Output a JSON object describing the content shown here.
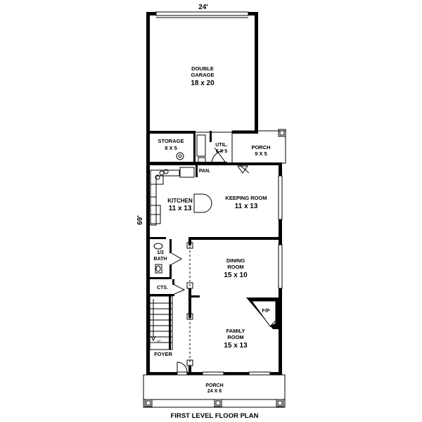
{
  "dimensions": {
    "width": "24'",
    "depth": "69'"
  },
  "rooms": {
    "garage": {
      "name_line1": "DOUBLE",
      "name_line2": "GARAGE",
      "size": "18 x 20"
    },
    "storage": {
      "name": "STORAGE",
      "size": "8 X 5"
    },
    "util": {
      "name": "UTIL.",
      "size": "6 X 5"
    },
    "porch_side": {
      "name": "PORCH",
      "size": "9 X 5"
    },
    "pantry": {
      "name": "PAN."
    },
    "kitchen": {
      "name": "KITCHEN",
      "size": "11 x 13"
    },
    "keeping": {
      "name": "KEEPING ROOM",
      "size": "11 x 13"
    },
    "half_bath": {
      "name_line1": "1/2",
      "name_line2": "BATH"
    },
    "closets": {
      "name": "CTS."
    },
    "dining": {
      "name_line1": "DINING",
      "name_line2": "ROOM",
      "size": "15 x 10"
    },
    "fireplace": {
      "name": "F/P"
    },
    "family": {
      "name_line1": "FAMILY",
      "name_line2": "ROOM",
      "size": "15 x 13"
    },
    "foyer": {
      "name": "FOYER"
    },
    "porch_front": {
      "name": "PORCH",
      "size": "24 X 6"
    }
  },
  "stair_label": "UP",
  "title": "FIRST LEVEL FLOOR PLAN"
}
